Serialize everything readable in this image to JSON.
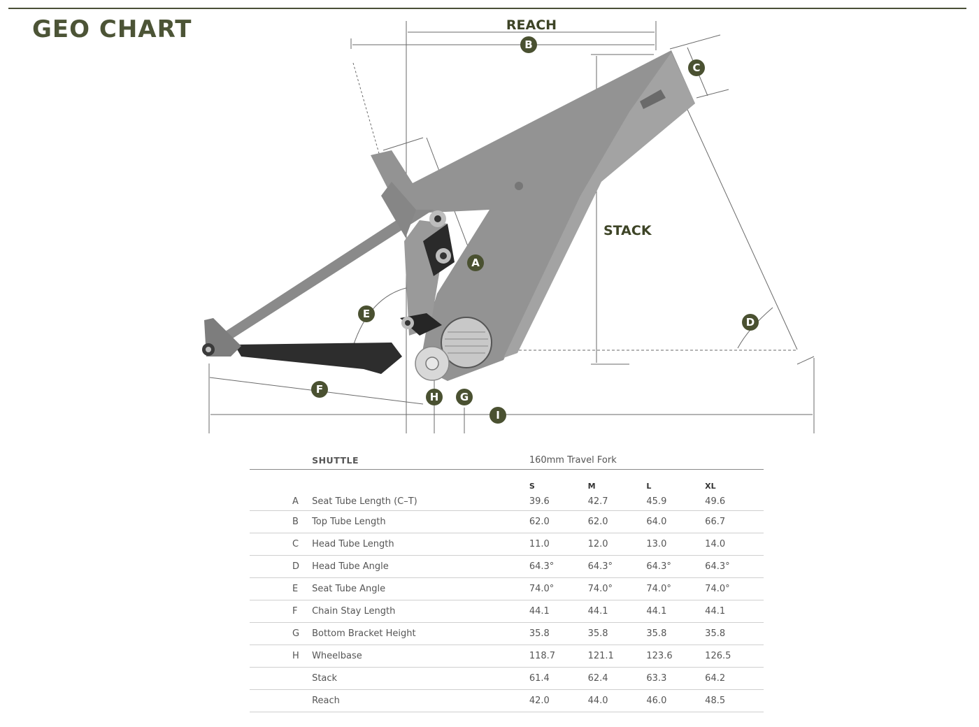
{
  "page": {
    "title": "GEO CHART"
  },
  "diagram": {
    "labels": {
      "reach": "REACH",
      "stack": "STACK"
    },
    "markers": {
      "a": "A",
      "b": "B",
      "c": "C",
      "d": "D",
      "e": "E",
      "f": "F",
      "g": "G",
      "h": "H",
      "i": "I"
    },
    "colors": {
      "accent": "#4a5131",
      "frame": "#8f8f8f",
      "frame_dark": "#2c2c2c",
      "lines": "#6a6a6a"
    }
  },
  "table": {
    "model": "SHUTTLE",
    "fork": "160mm Travel Fork",
    "sizes": [
      "S",
      "M",
      "L",
      "XL"
    ],
    "rows": [
      {
        "letter": "A",
        "name": "Seat Tube Length (C–T)",
        "values": [
          "39.6",
          "42.7",
          "45.9",
          "49.6"
        ]
      },
      {
        "letter": "B",
        "name": "Top Tube Length",
        "values": [
          "62.0",
          "62.0",
          "64.0",
          "66.7"
        ]
      },
      {
        "letter": "C",
        "name": "Head Tube Length",
        "values": [
          "11.0",
          "12.0",
          "13.0",
          "14.0"
        ]
      },
      {
        "letter": "D",
        "name": "Head Tube Angle",
        "values": [
          "64.3°",
          "64.3°",
          "64.3°",
          "64.3°"
        ]
      },
      {
        "letter": "E",
        "name": "Seat Tube Angle",
        "values": [
          "74.0°",
          "74.0°",
          "74.0°",
          "74.0°"
        ]
      },
      {
        "letter": "F",
        "name": "Chain Stay Length",
        "values": [
          "44.1",
          "44.1",
          "44.1",
          "44.1"
        ]
      },
      {
        "letter": "G",
        "name": "Bottom Bracket Height",
        "values": [
          "35.8",
          "35.8",
          "35.8",
          "35.8"
        ]
      },
      {
        "letter": "H",
        "name": "Wheelbase",
        "values": [
          "118.7",
          "121.1",
          "123.6",
          "126.5"
        ]
      },
      {
        "letter": "",
        "name": "Stack",
        "values": [
          "61.4",
          "62.4",
          "63.3",
          "64.2"
        ]
      },
      {
        "letter": "",
        "name": "Reach",
        "values": [
          "42.0",
          "44.0",
          "46.0",
          "48.5"
        ]
      }
    ]
  }
}
